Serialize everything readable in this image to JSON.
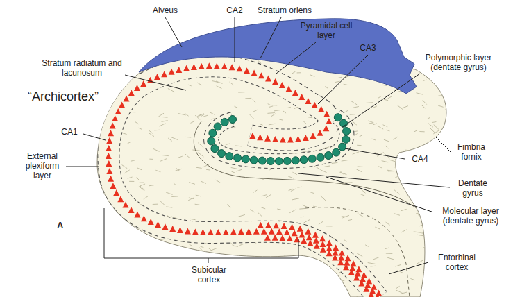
{
  "diagram": {
    "labels": [
      "Alveus",
      "CA2",
      "Stratum oriens",
      "Pyramidal cell layer",
      "CA3",
      "Polymorphic layer (dentate gyrus)",
      "Stratum radiatum and lacunosum",
      "“Archicortex”",
      "CA1",
      "External plexiform layer",
      "CA4",
      "Fimbria fornix",
      "Dentate gyrus",
      "Molecular layer (dentate gyrus)",
      "A",
      "Subicular cortex",
      "Entorhinal cortex"
    ]
  }
}
